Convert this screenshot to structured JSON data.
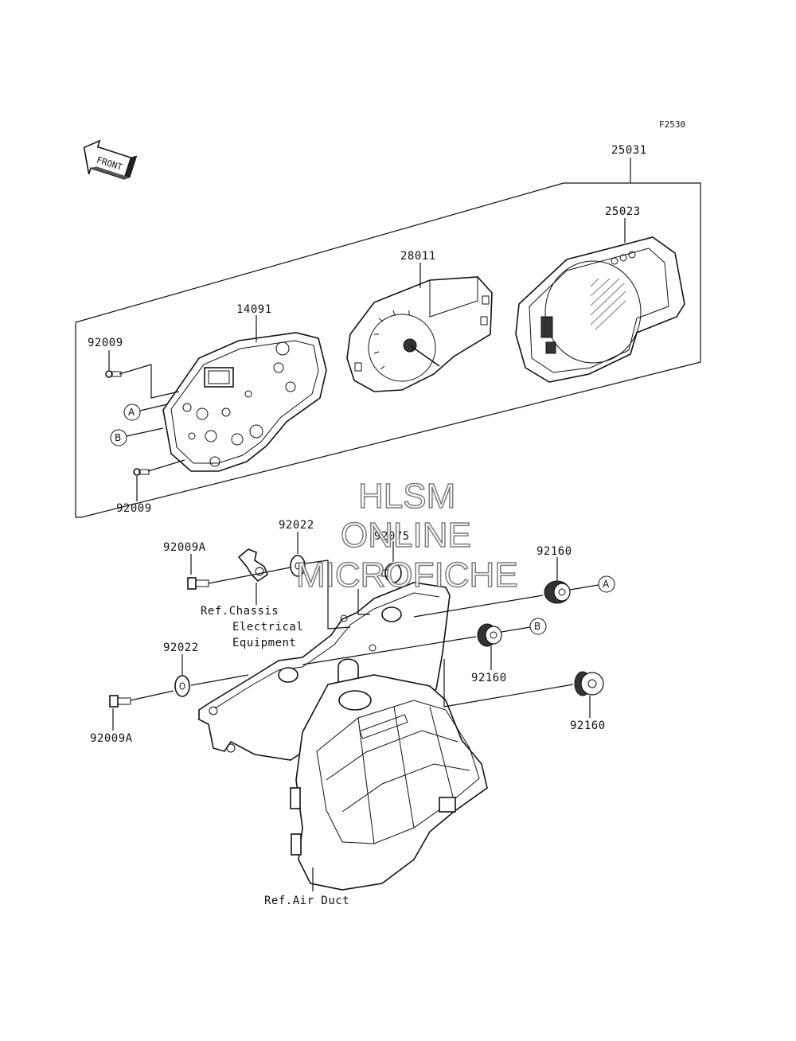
{
  "diagram": {
    "figure_code": "F2530",
    "front_arrow_label": "FRONT",
    "part_numbers": {
      "assembly": "25031",
      "cover": "25023",
      "meter": "28011",
      "case": "14091",
      "screw_top": "92009",
      "screw_bottom": "92009",
      "bolt_upper": "92009A",
      "bolt_lower": "92009A",
      "washer_upper": "92022",
      "washer_lower": "92022",
      "collar": "92075",
      "damper_a": "92160",
      "damper_b": "92160",
      "damper_c": "92160"
    },
    "callouts": {
      "a": "A",
      "b": "B"
    },
    "references": {
      "chassis_line1": "Ref.Chassis",
      "chassis_line2": "Electrical",
      "chassis_line3": "Equipment",
      "air_duct": "Ref.Air Duct"
    },
    "watermark": {
      "line1": "HLSM",
      "line2": "ONLINE",
      "line3": "MICROFICHE"
    }
  }
}
